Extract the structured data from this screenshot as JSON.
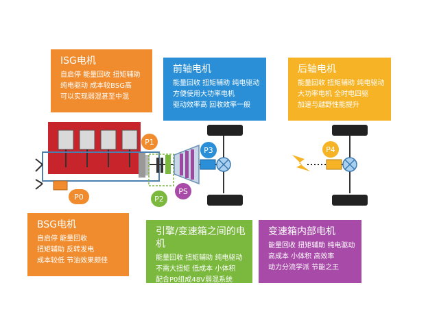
{
  "boxes": {
    "isg": {
      "title": "ISG电机",
      "lines": [
        "自启停 能量回收 扭矩辅助",
        "纯电驱动 成本较BSG高",
        "可以实现弱混甚至中混"
      ],
      "color": "#F08C2E"
    },
    "front": {
      "title": "前轴电机",
      "lines": [
        "能量回收 扭矩辅助 纯电驱动",
        "方便使用大功率电机",
        "驱动效率高 回收效率一般"
      ],
      "color": "#2A8FD6"
    },
    "rear": {
      "title": "后轴电机",
      "lines": [
        "能量回收 扭矩辅助 纯电驱动",
        "大功率电机 全时电四驱",
        "加速与越野性能提升"
      ],
      "color": "#F5B325"
    },
    "bsg": {
      "title": "BSG电机",
      "lines": [
        "自启停 能量回收",
        "扭矩辅助 反转发电",
        "成本较低 节油效果颇佳"
      ],
      "color": "#F08C2E"
    },
    "p2box": {
      "title": "引擎/变速箱之间的电机",
      "lines": [
        "能量回收 扭矩辅助 纯电驱动",
        "不需大扭矩 低成本 小体积",
        "配合P0组成48V弱混系统"
      ],
      "color": "#7AB83E"
    },
    "psbox": {
      "title": "变速箱内部电机",
      "lines": [
        "能量回收 扭矩辅助 纯电驱动",
        "高成本 小体积 高效率",
        "动力分流学派 节能之王"
      ],
      "color": "#A84BA8"
    }
  },
  "markers": {
    "p0": {
      "label": "P0",
      "color": "#F08C2E"
    },
    "p1": {
      "label": "P1",
      "color": "#F08C2E"
    },
    "p2": {
      "label": "P2",
      "color": "#7AB83E"
    },
    "ps": {
      "label": "PS",
      "color": "#A84BA8"
    },
    "p3": {
      "label": "P3",
      "color": "#2A8FD6"
    },
    "p4": {
      "label": "P4",
      "color": "#F5B325"
    }
  }
}
